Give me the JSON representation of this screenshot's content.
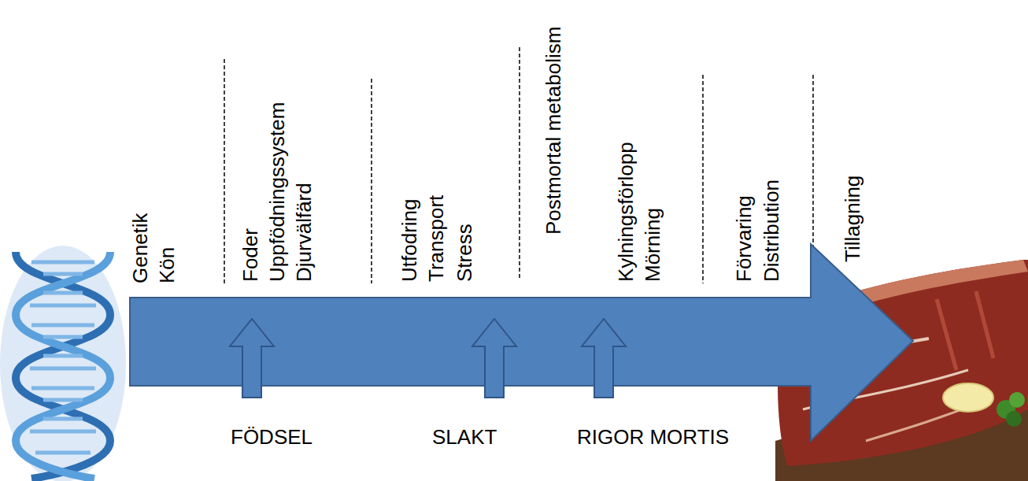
{
  "diagram": {
    "labels": [
      "Genetik",
      "Kön",
      "Foder",
      "Uppfödningssystem",
      "Djurvälfärd",
      "Utfodring",
      "Transport",
      "Stress",
      "Postmortal metabolism",
      "Kylningsförlopp",
      "Mörning",
      "Förvaring",
      "Distribution",
      "Tillagning",
      "FÖDSEL",
      "SLAKT",
      "RIGOR MORTIS"
    ]
  }
}
